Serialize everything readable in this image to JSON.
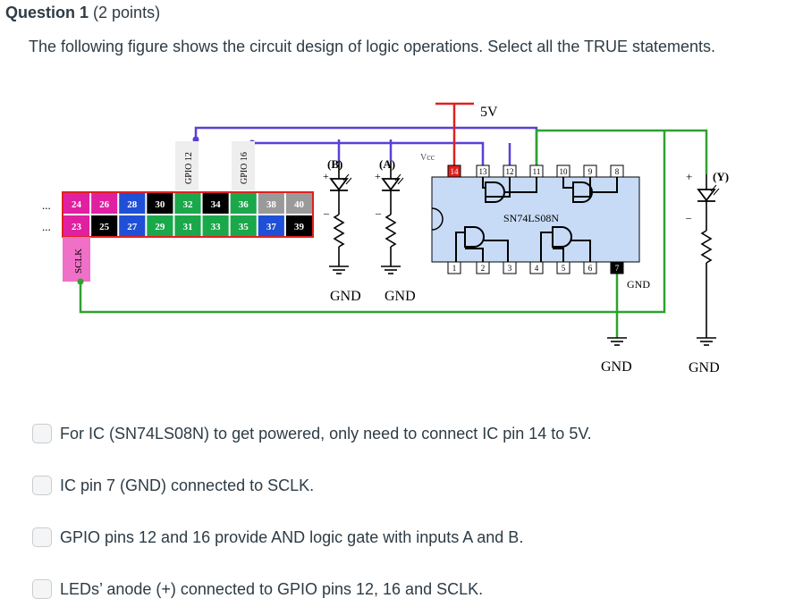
{
  "question": {
    "number_label": "Question 1",
    "points_label": "(2 points)",
    "prompt": "The following figure shows the circuit design of logic operations. Select all the TRUE statements."
  },
  "circuit": {
    "supply_label": "5V",
    "vcc_label": "Vcc",
    "ic_label": "SN74LS08N",
    "ic_top_pins": [
      "14",
      "13",
      "12",
      "11",
      "10",
      "9",
      "8"
    ],
    "ic_bottom_pins": [
      "1",
      "2",
      "3",
      "4",
      "5",
      "6",
      "7"
    ],
    "ic_gnd_label": "GND",
    "gpio_labels": [
      "GPIO 12",
      "GPIO 16"
    ],
    "sclk_label": "SCLK",
    "header_top_row": [
      "24",
      "26",
      "28",
      "30",
      "32",
      "34",
      "36",
      "38",
      "40"
    ],
    "header_bottom_row": [
      "23",
      "25",
      "27",
      "29",
      "31",
      "33",
      "35",
      "37",
      "39"
    ],
    "ellipsis": "...",
    "led_labels": [
      "(B)",
      "(A)",
      "(Y)"
    ],
    "plus_sign": "+",
    "minus_sign": "–",
    "gnd_labels": [
      "GND",
      "GND",
      "GND",
      "GND"
    ],
    "colors": {
      "purple_wire": "#5b3fd6",
      "green_wire": "#2fa12f",
      "red_wire": "#e02020",
      "ic_body": "#c7dbf6",
      "sclk_pink": "#f070c8"
    }
  },
  "answers": [
    {
      "label": "For IC (SN74LS08N) to get powered, only need to connect IC pin 14 to 5V."
    },
    {
      "label": "IC pin 7 (GND) connected to SCLK."
    },
    {
      "label": "GPIO pins 12 and 16 provide AND logic gate with inputs A and B."
    },
    {
      "label": "LEDs’ anode (+) connected to GPIO pins 12, 16 and SCLK."
    }
  ]
}
